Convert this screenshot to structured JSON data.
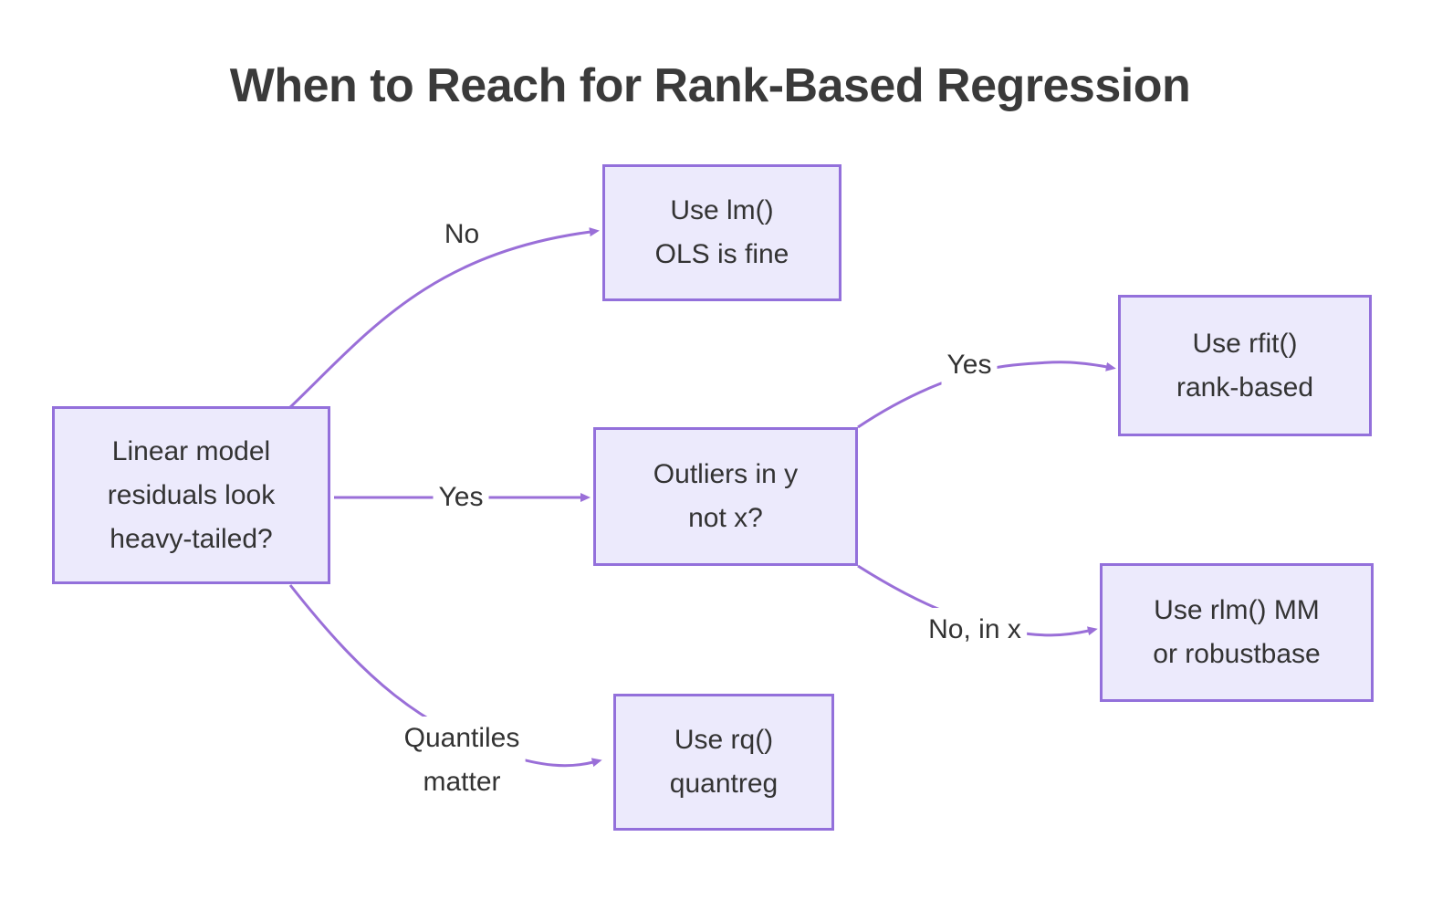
{
  "title": "When to Reach for Rank-Based Regression",
  "colors": {
    "node_fill": "#ECEAFC",
    "node_border": "#9370DB",
    "edge": "#9A6FD8",
    "text": "#333333",
    "title": "#3A3A3A",
    "bg": "#FFFFFF"
  },
  "nodes": {
    "root": {
      "label": "Linear model\nresiduals look\nheavy-tailed?"
    },
    "lm": {
      "label": "Use lm()\nOLS is fine"
    },
    "outliers": {
      "label": "Outliers in y\nnot x?"
    },
    "rfit": {
      "label": "Use rfit()\nrank-based"
    },
    "rlm": {
      "label": "Use rlm() MM\nor robustbase"
    },
    "rq": {
      "label": "Use rq()\nquantreg"
    }
  },
  "edges": {
    "no": {
      "label": "No",
      "from": "root",
      "to": "lm"
    },
    "yes_mid": {
      "label": "Yes",
      "from": "root",
      "to": "outliers"
    },
    "quantiles": {
      "label": "Quantiles\nmatter",
      "from": "root",
      "to": "rq"
    },
    "yes_right": {
      "label": "Yes",
      "from": "outliers",
      "to": "rfit"
    },
    "no_in_x": {
      "label": "No, in x",
      "from": "outliers",
      "to": "rlm"
    }
  }
}
